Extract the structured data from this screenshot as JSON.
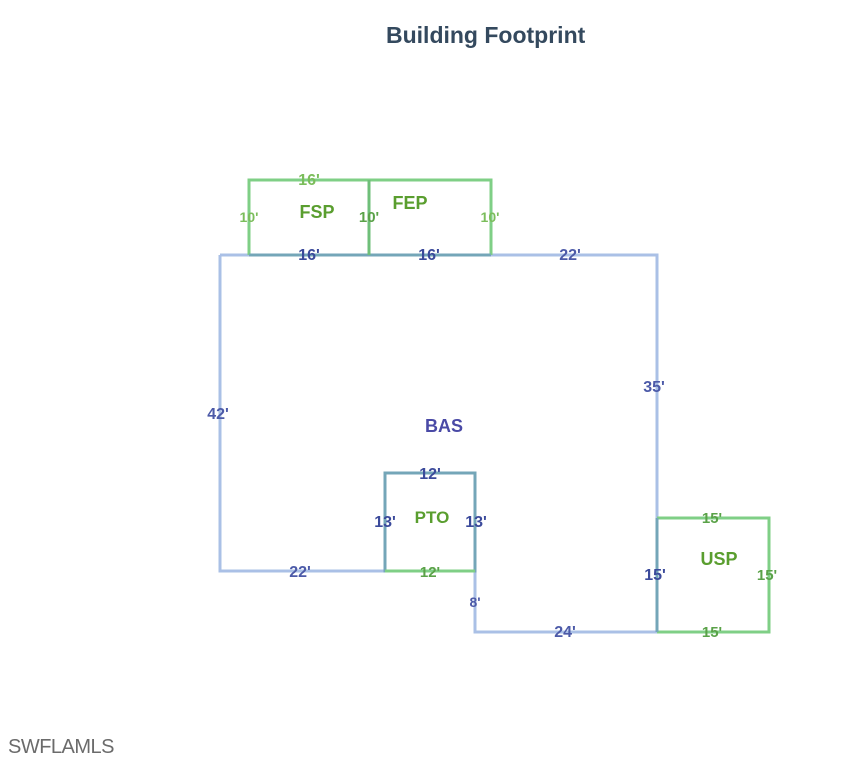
{
  "title": "Building Footprint",
  "watermark": "SWFLAMLS",
  "colors": {
    "outline_blue": "#aac0e6",
    "outline_green": "#7fcf86",
    "shared_teal": "#74a6b8",
    "label_blue": "#4a4aa6",
    "label_green": "#5a9e2f"
  },
  "areas": {
    "bas": "BAS",
    "fsp": "FSP",
    "fep": "FEP",
    "pto": "PTO",
    "usp": "USP"
  },
  "dimensions": {
    "fsp_top": "16'",
    "fsp_left": "10'",
    "fsp_mid": "10'",
    "fep_right": "10'",
    "fsp_bottom": "16'",
    "fep_bottom": "16'",
    "bas_top_right": "22'",
    "bas_left": "42'",
    "bas_right": "35'",
    "bas_bottom_left": "22'",
    "pto_top": "12'",
    "pto_left": "13'",
    "pto_right": "13'",
    "pto_bottom": "12'",
    "bas_step": "8'",
    "bas_bottom_right": "24'",
    "usp_top": "15'",
    "usp_left": "15'",
    "usp_right": "15'",
    "usp_bottom": "15'"
  }
}
